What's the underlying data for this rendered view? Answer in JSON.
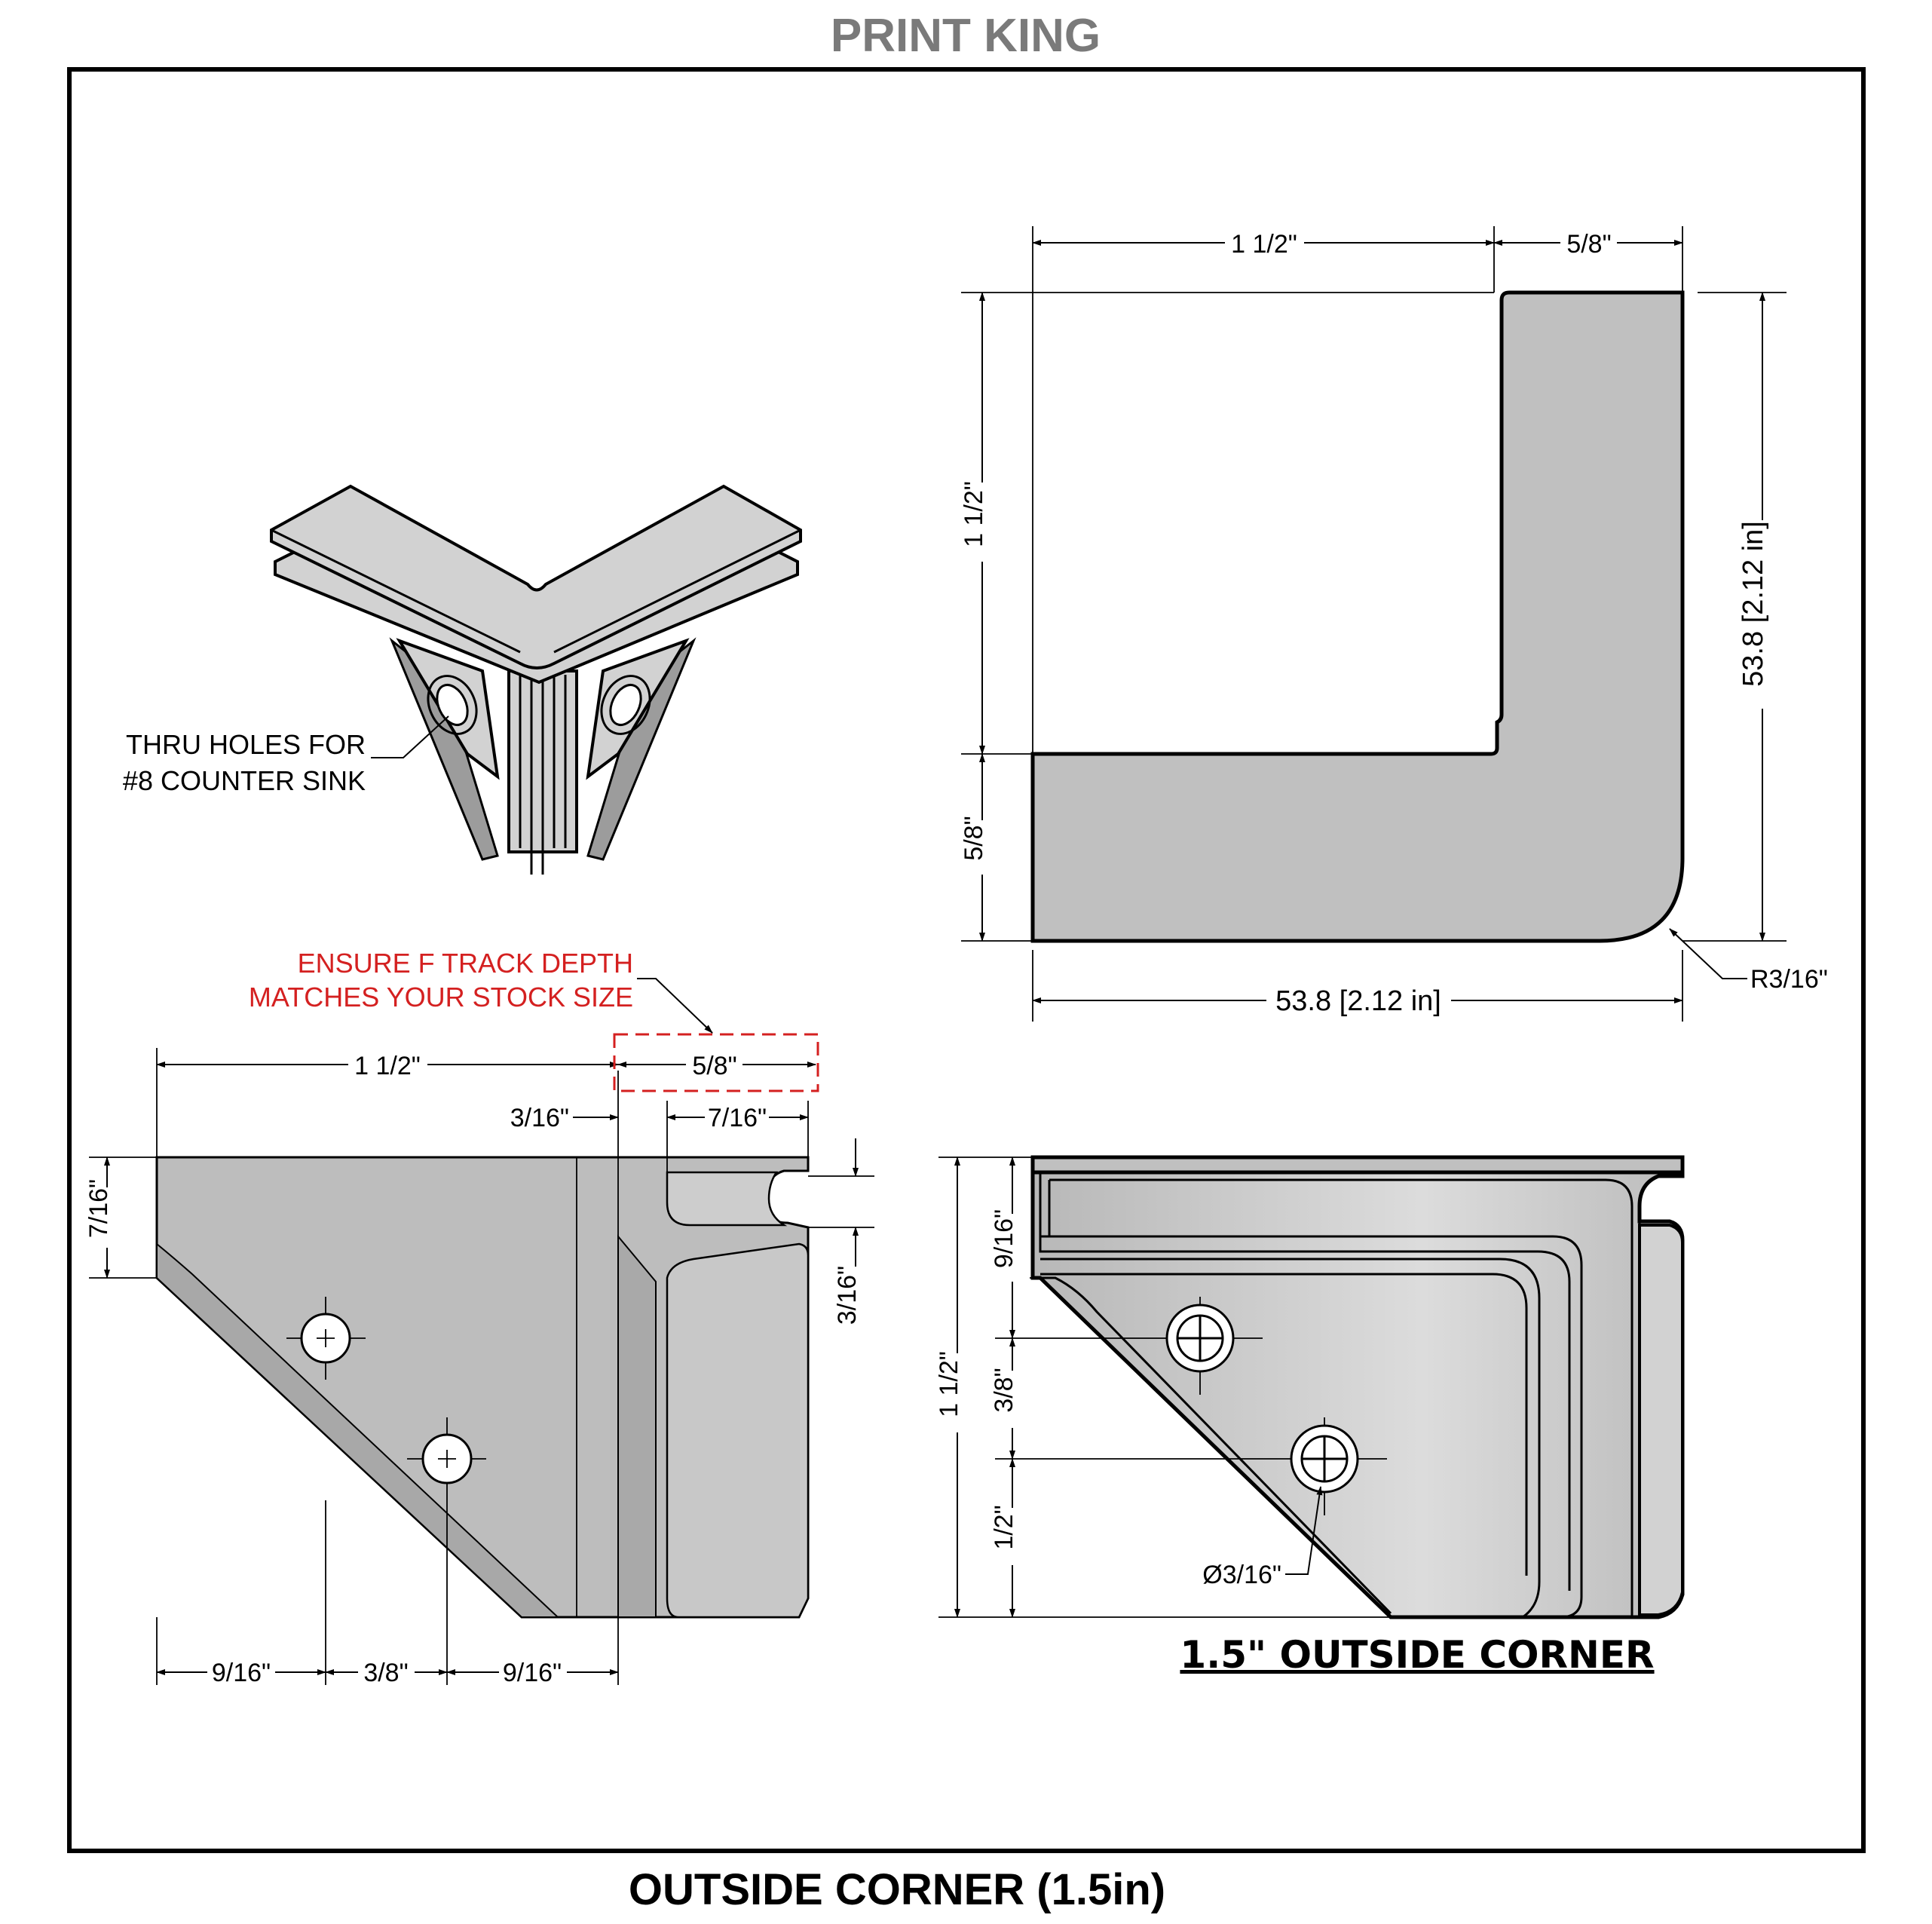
{
  "header": {
    "brand": "PRINT KING"
  },
  "footer": {
    "title": "OUTSIDE CORNER (1.5in)"
  },
  "views": {
    "iso": {
      "callout": {
        "line1": "THRU HOLES FOR",
        "line2": "#8 COUNTER SINK"
      }
    },
    "top": {
      "dims": {
        "top_left": "1 1/2\"",
        "top_right": "5/8\"",
        "left_upper": "1 1/2\"",
        "left_lower": "5/8\"",
        "right_total": "53.8 [2.12 in]",
        "bottom_total": "53.8 [2.12 in]",
        "radius": "R3/16\""
      }
    },
    "side": {
      "warning": {
        "line1": "ENSURE F TRACK DEPTH",
        "line2": "MATCHES YOUR STOCK SIZE"
      },
      "dims": {
        "top_left": "1 1/2\"",
        "top_right": "5/8\"",
        "gap": "3/16\"",
        "channel": "7/16\"",
        "left_height": "7/16\"",
        "right_height": "3/16\"",
        "bottom_a": "9/16\"",
        "bottom_b": "3/8\"",
        "bottom_c": "9/16\""
      }
    },
    "front": {
      "subtitle": "1.5\" OUTSIDE CORNER",
      "dims": {
        "left_total": "1 1/2\"",
        "left_a": "9/16\"",
        "left_b": "3/8\"",
        "left_c": "1/2\"",
        "hole_dia": "Ø3/16\""
      }
    }
  },
  "colors": {
    "part_fill": "#c0c0c0",
    "warning": "#d42020",
    "brand": "#7a7a7a"
  }
}
